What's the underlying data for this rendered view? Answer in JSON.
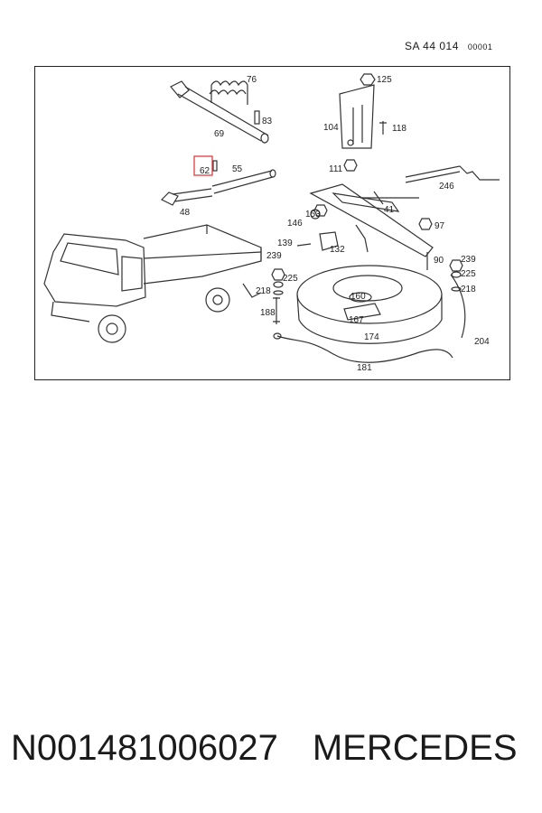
{
  "header": {
    "section": "SA  44 014",
    "sub_code": "00001"
  },
  "diagram": {
    "highlight_color": "#e23c3c",
    "highlighted_part": "62",
    "part_labels": {
      "p76": "76",
      "p83": "83",
      "p69": "69",
      "p62": "62",
      "p55": "55",
      "p48": "48",
      "p125": "125",
      "p104": "104",
      "p118": "118",
      "p111": "111",
      "p246": "246",
      "p41": "41",
      "p153": "153",
      "p146": "146",
      "p97": "97",
      "p139": "139",
      "p132": "132",
      "p239a": "239",
      "p90": "90",
      "p239b": "239",
      "p225a": "225",
      "p225b": "225",
      "p218a": "218",
      "p218b": "218",
      "p160": "160",
      "p188": "188",
      "p167": "167",
      "p174": "174",
      "p204": "204",
      "p181": "181"
    }
  },
  "footer": {
    "part_number": "N001481006027",
    "brand": "MERCEDES"
  }
}
